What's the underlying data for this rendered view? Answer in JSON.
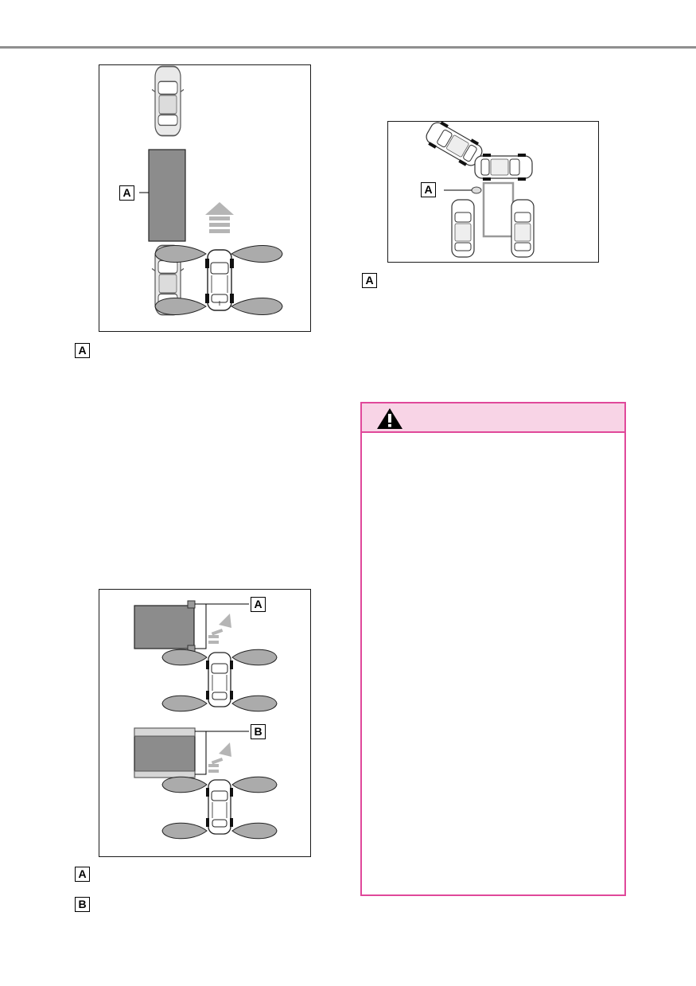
{
  "page": {
    "figure1": {
      "callout_a": "A",
      "legend_a": "A"
    },
    "figure2": {
      "callout_a": "A",
      "legend_a": "A"
    },
    "figure3": {
      "callout_a": "A",
      "callout_b": "B",
      "legend_a": "A",
      "legend_b": "B"
    },
    "warning": {
      "icon": "warning-triangle-icon"
    }
  }
}
